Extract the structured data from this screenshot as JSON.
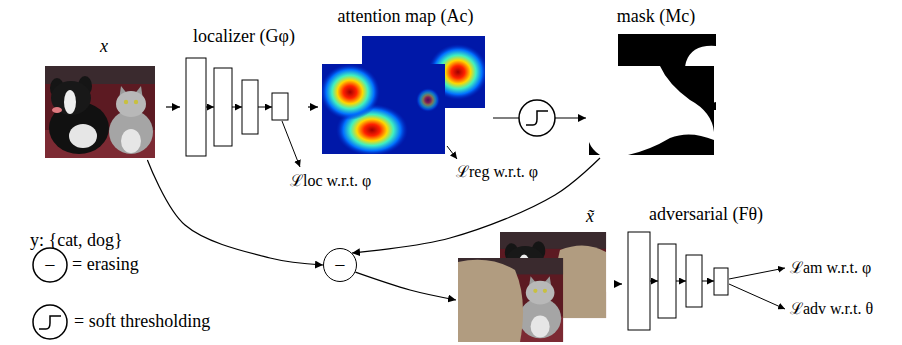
{
  "diagram": {
    "nodes": [
      {
        "text": [
          "x"
        ]
      },
      {
        "text": [
          "localizer (Gφ)"
        ]
      },
      {
        "text": [
          "attention map (Ac)"
        ]
      },
      {
        "text": [
          "mask (Mc)"
        ]
      },
      {
        "text": [
          "−"
        ]
      },
      {
        "text": [
          "x̃"
        ]
      },
      {
        "text": [
          "adversarial (Fθ)"
        ]
      }
    ],
    "edges": [
      {
        "from": 0,
        "to": 1,
        "arrow": "to"
      },
      {
        "from": 1,
        "to": 2,
        "arrow": "to"
      },
      {
        "from": 2,
        "to": 3,
        "arrow": "to"
      },
      {
        "from": 0,
        "to": 4,
        "arrow": "to"
      },
      {
        "from": 3,
        "to": 4,
        "arrow": "to"
      },
      {
        "from": 4,
        "to": 5,
        "arrow": "to"
      },
      {
        "from": 5,
        "to": 6,
        "arrow": "to"
      }
    ],
    "labels": [
      "y: {cat, dog}",
      "ℒloc w.r.t. φ",
      "ℒreg w.r.t. φ",
      "ℒam w.r.t. φ",
      "ℒadv w.r.t. θ",
      "−"
    ],
    "legend": [
      {
        "text": "= erasing"
      },
      {
        "text": "= soft thresholding"
      }
    ]
  }
}
